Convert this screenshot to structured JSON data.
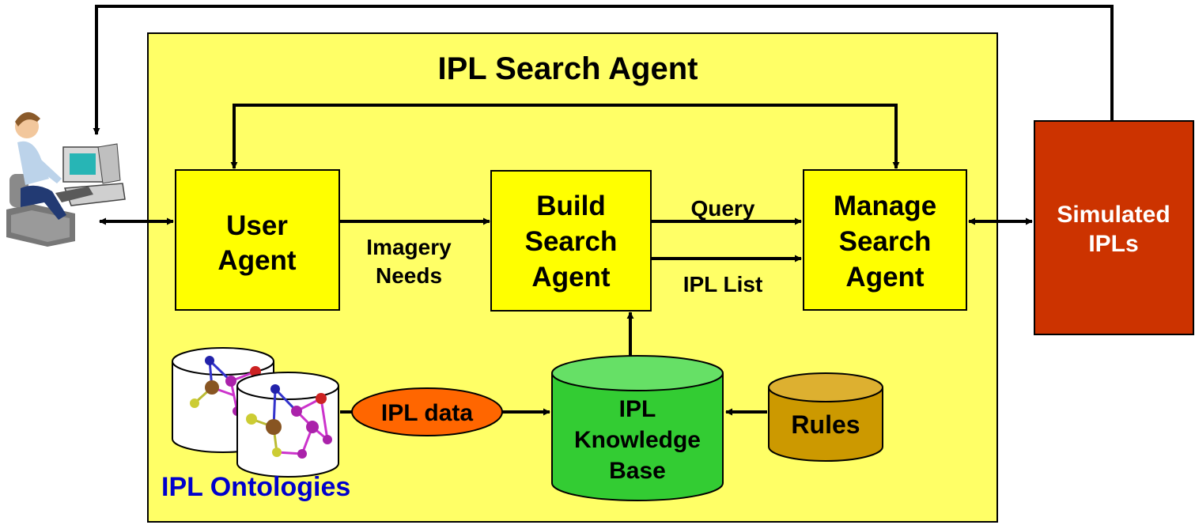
{
  "title": "IPL Search Agent",
  "user_agent": {
    "line1": "User",
    "line2": "Agent"
  },
  "build_agent": {
    "line1": "Build",
    "line2": "Search",
    "line3": "Agent"
  },
  "manage_agent": {
    "line1": "Manage",
    "line2": "Search",
    "line3": "Agent"
  },
  "simulated": {
    "line1": "Simulated",
    "line2": "IPLs"
  },
  "imagery_needs": {
    "line1": "Imagery",
    "line2": "Needs"
  },
  "query_label": "Query",
  "ipl_list_label": "IPL List",
  "ipl_data_label": "IPL data",
  "knowledge_base": {
    "line1": "IPL",
    "line2": "Knowledge",
    "line3": "Base"
  },
  "rules_label": "Rules",
  "ontologies_label": "IPL Ontologies",
  "icons": {
    "user": "computer-user-icon",
    "ontology": "ontology-graph-icon"
  },
  "colors": {
    "panel_fill": "#ffff66",
    "agent_fill": "#ffff00",
    "simulated_fill": "#cc3300",
    "ipl_data_fill": "#ff6600",
    "kb_fill": "#33cc33",
    "kb_top": "#66e066",
    "rules_fill": "#cc9900",
    "rules_top": "#ddb030",
    "ontology_text": "#0000cc"
  }
}
